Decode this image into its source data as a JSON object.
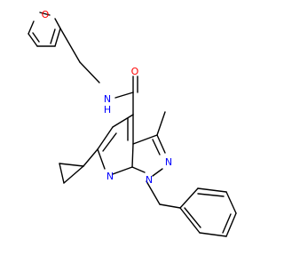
{
  "molecule": {
    "atom_colors": {
      "carbon": "#000000",
      "nitrogen": "#0000ff",
      "oxygen": "#ff0000"
    },
    "labels": {
      "furan_oxygen": "O",
      "amide_nh": "N",
      "amide_h": "H",
      "carbonyl_oxygen": "O",
      "pyrazole_n2": "N",
      "pyrazole_n1": "N",
      "pyridine_n": "N"
    }
  }
}
